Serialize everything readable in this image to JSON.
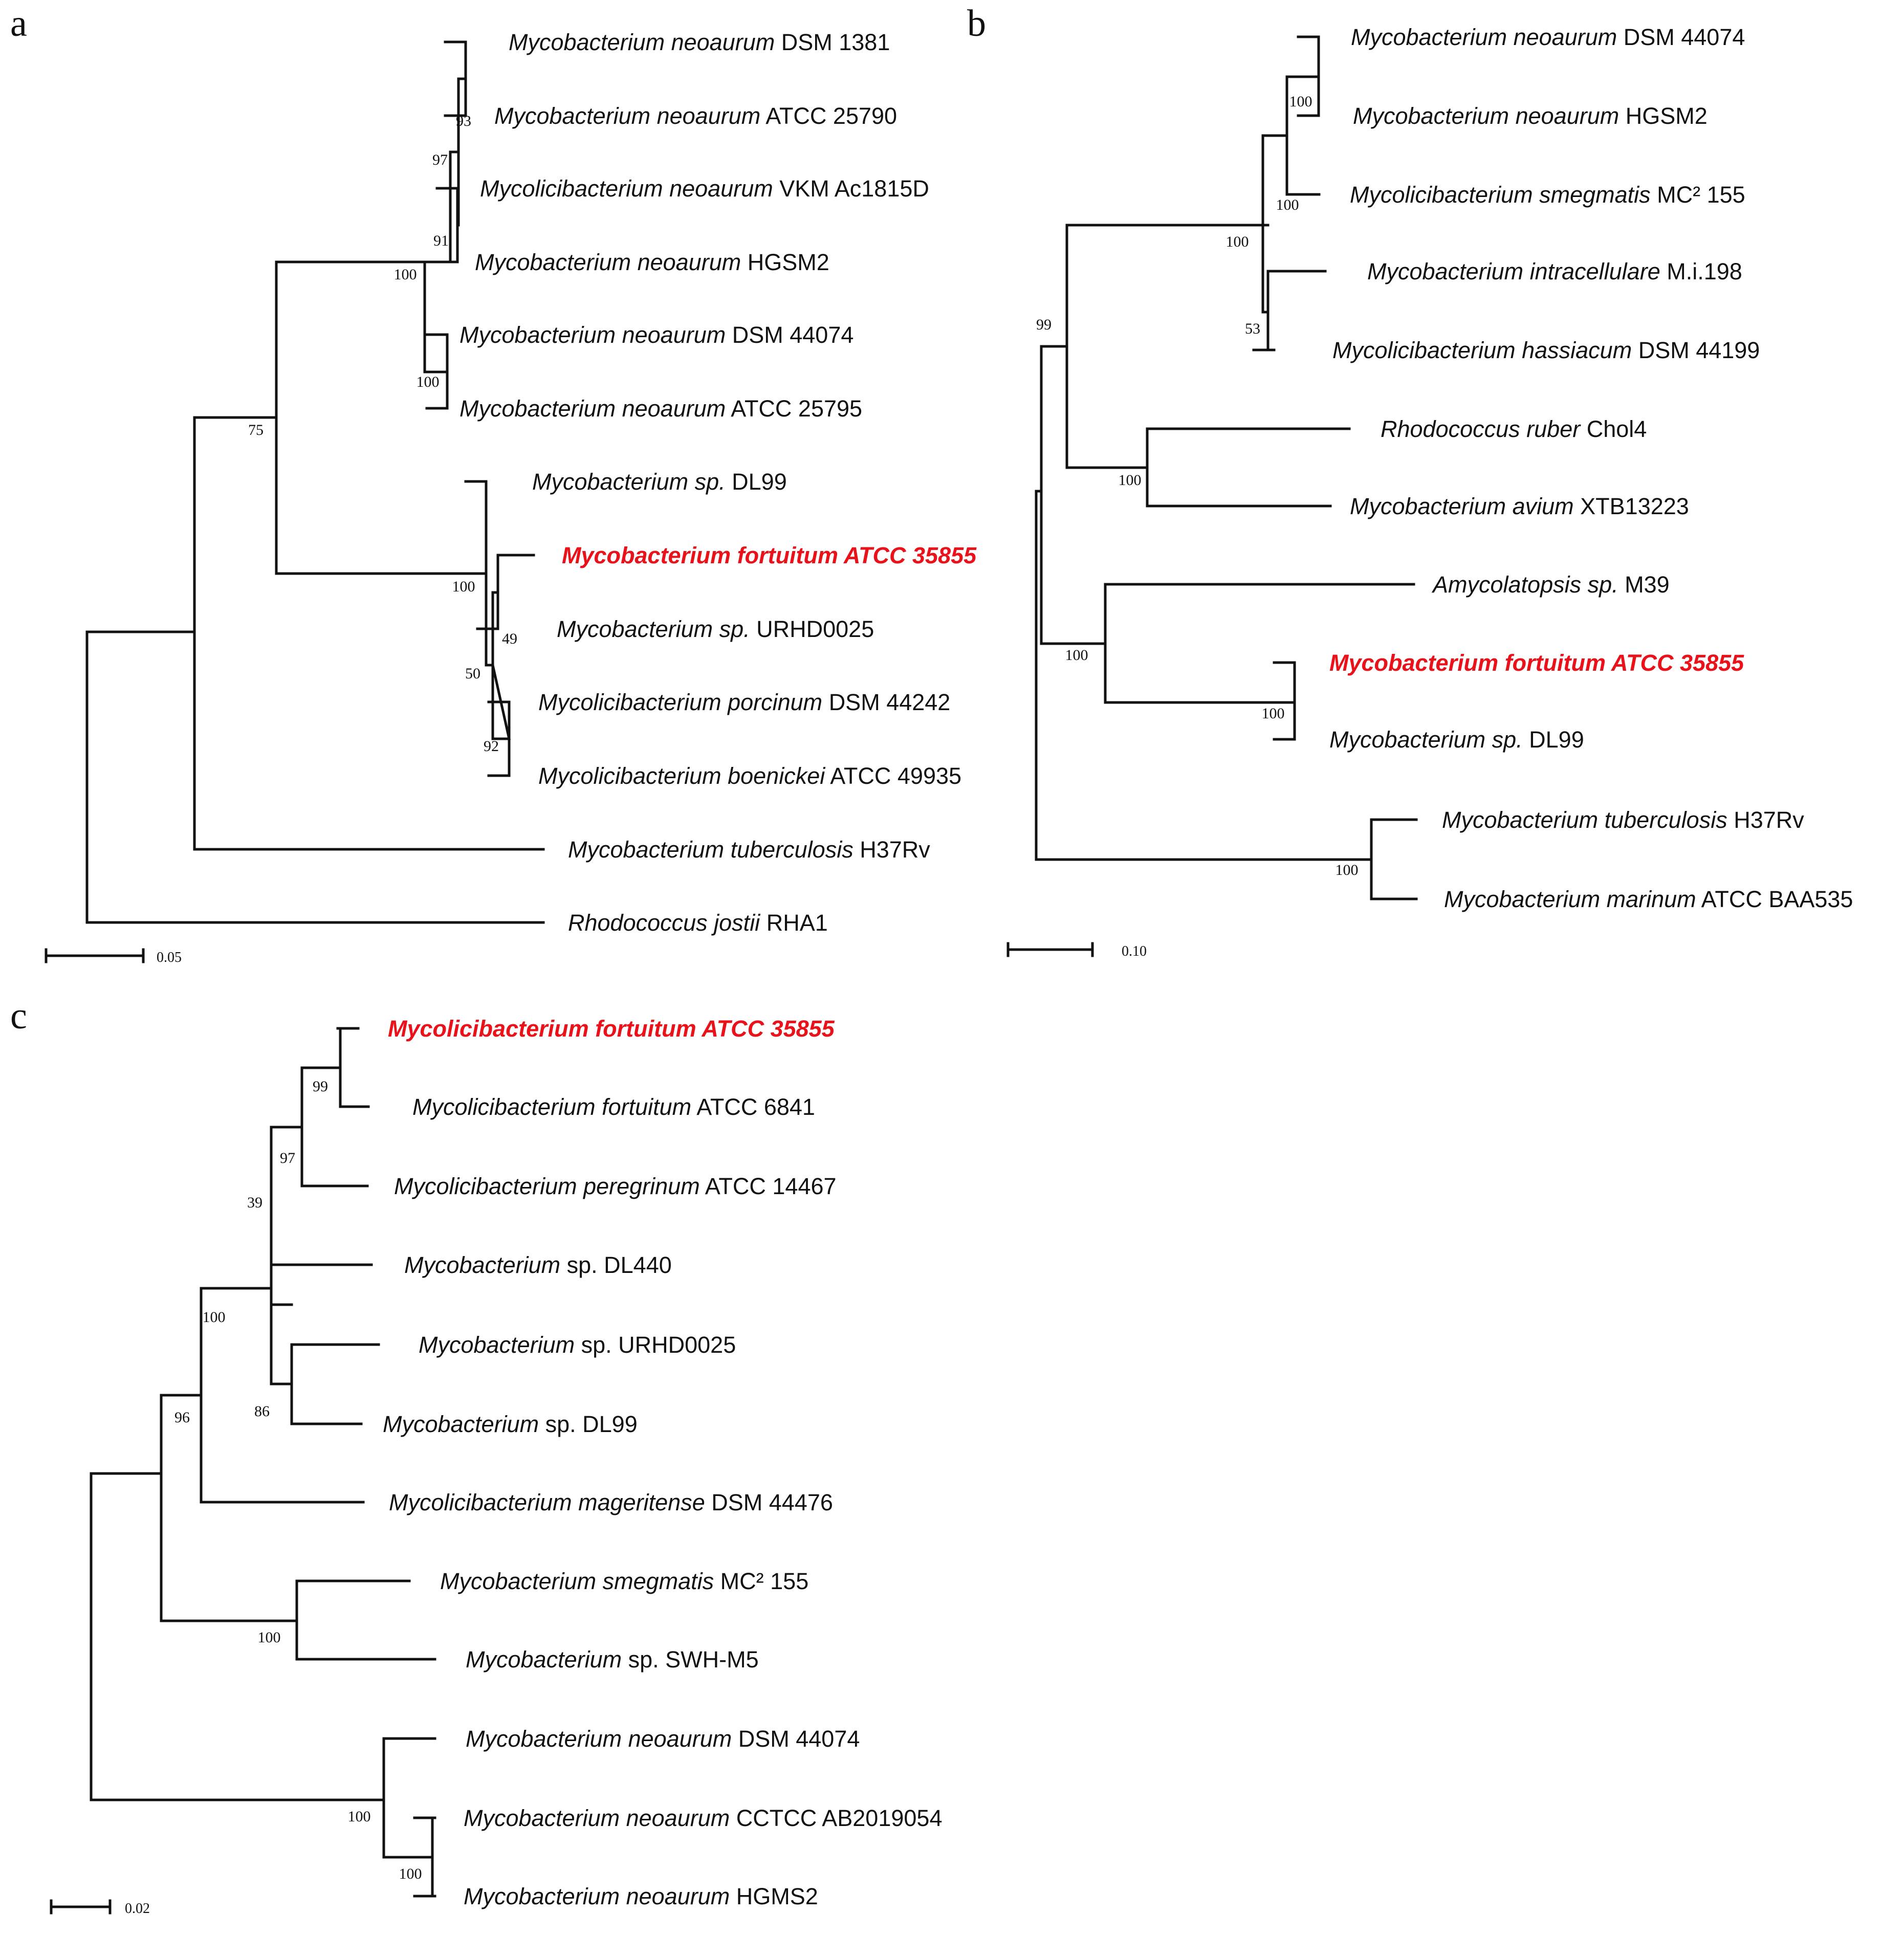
{
  "highlight_color": "#e8121b",
  "panels": [
    {
      "id": "a",
      "label": "a",
      "scale_bar": "0.05",
      "taxa": [
        {
          "genus": "Mycobacterium neoaurum",
          "strain": "DSM 1381"
        },
        {
          "genus": "Mycobacterium neoaurum",
          "strain": "ATCC 25790"
        },
        {
          "genus": "Mycolicibacterium neoaurum",
          "strain": "VKM Ac1815D"
        },
        {
          "genus": "Mycobacterium neoaurum",
          "strain": "HGSM2"
        },
        {
          "genus": "Mycobacterium neoaurum",
          "strain": "DSM 44074"
        },
        {
          "genus": "Mycobacterium neoaurum",
          "strain": "ATCC 25795"
        },
        {
          "genus": "Mycobacterium sp.",
          "strain": "DL99"
        },
        {
          "genus": "Mycobacterium fortuitum",
          "strain": "ATCC 35855",
          "highlight": true
        },
        {
          "genus": "Mycobacterium sp.",
          "strain": "URHD0025"
        },
        {
          "genus": "Mycolicibacterium porcinum",
          "strain": "DSM 44242"
        },
        {
          "genus": "Mycolicibacterium boenickei",
          "strain": "ATCC 49935"
        },
        {
          "genus": "Mycobacterium tuberculosis",
          "strain": "H37Rv"
        },
        {
          "genus": "Rhodococcus jostii",
          "strain": "RHA1"
        }
      ],
      "bootstrap": [
        "93",
        "97",
        "91",
        "100",
        "100",
        "75",
        "100",
        "49",
        "50",
        "92"
      ]
    },
    {
      "id": "b",
      "label": "b",
      "scale_bar": "0.10",
      "taxa": [
        {
          "genus": "Mycobacterium neoaurum",
          "strain": "DSM 44074"
        },
        {
          "genus": "Mycobacterium neoaurum",
          "strain": "HGSM2"
        },
        {
          "genus": "Mycolicibacterium smegmatis",
          "strain": "MC² 155"
        },
        {
          "genus": "Mycobacterium intracellulare",
          "strain": "M.i.198"
        },
        {
          "genus": "Mycolicibacterium hassiacum",
          "strain": "DSM 44199"
        },
        {
          "genus": "Rhodococcus ruber",
          "strain": "Chol4"
        },
        {
          "genus": "Mycobacterium avium",
          "strain": "XTB13223"
        },
        {
          "genus": "Amycolatopsis sp.",
          "strain": "M39"
        },
        {
          "genus": "Mycobacterium fortuitum",
          "strain": "ATCC 35855",
          "highlight": true
        },
        {
          "genus": "Mycobacterium sp.",
          "strain": "DL99"
        },
        {
          "genus": "Mycobacterium tuberculosis",
          "strain": "H37Rv"
        },
        {
          "genus": "Mycobacterium marinum",
          "strain": "ATCC BAA535"
        }
      ],
      "bootstrap": [
        "100",
        "100",
        "100",
        "53",
        "99",
        "100",
        "100",
        "100",
        "100"
      ]
    },
    {
      "id": "c",
      "label": "c",
      "scale_bar": "0.02",
      "taxa": [
        {
          "genus": "Mycolicibacterium fortuitum",
          "strain": "ATCC 35855",
          "highlight": true
        },
        {
          "genus": "Mycolicibacterium fortuitum",
          "strain": "ATCC 6841"
        },
        {
          "genus": "Mycolicibacterium peregrinum",
          "strain": "ATCC 14467"
        },
        {
          "genus": "Mycobacterium",
          "strain": "sp. DL440"
        },
        {
          "genus": "Mycobacterium",
          "strain": "sp. URHD0025"
        },
        {
          "genus": "Mycobacterium",
          "strain": "sp. DL99"
        },
        {
          "genus": "Mycolicibacterium mageritense",
          "strain": "DSM 44476"
        },
        {
          "genus": "Mycobacterium smegmatis",
          "strain": "MC² 155"
        },
        {
          "genus": "Mycobacterium",
          "strain": "sp. SWH-M5"
        },
        {
          "genus": "Mycobacterium neoaurum",
          "strain": "DSM 44074"
        },
        {
          "genus": "Mycobacterium neoaurum",
          "strain": "CCTCC AB2019054"
        },
        {
          "genus": "Mycobacterium neoaurum",
          "strain": "HGMS2"
        }
      ],
      "bootstrap": [
        "99",
        "97",
        "39",
        "100",
        "86",
        "96",
        "100",
        "100",
        "100"
      ]
    }
  ]
}
